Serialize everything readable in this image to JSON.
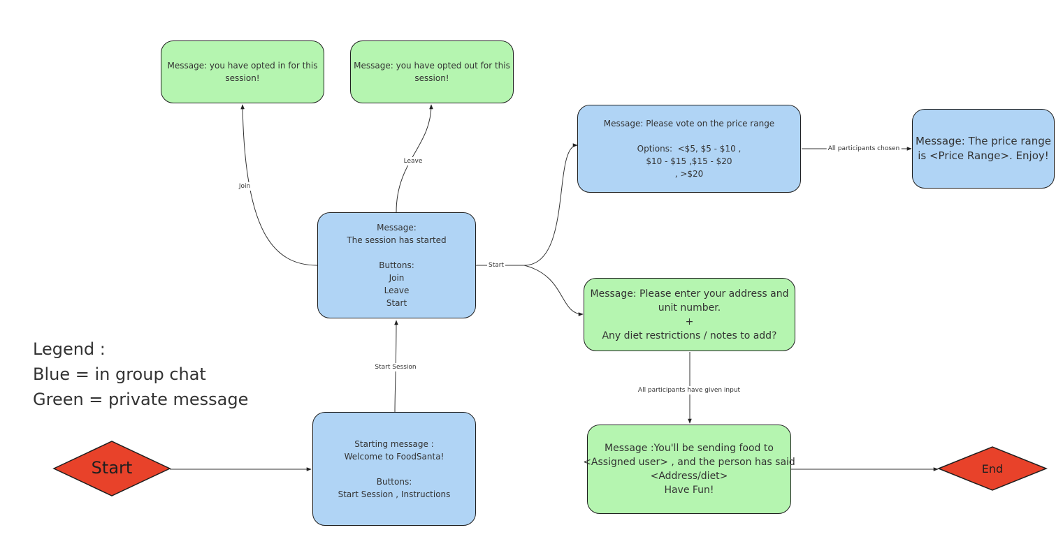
{
  "colors": {
    "green": "#b5f5b0",
    "blue": "#b0d4f5",
    "terminal": "#e8422a",
    "border": "#1f1f1f",
    "edge": "#333333"
  },
  "nodes": {
    "opted_in": {
      "lines": [
        "Message: you have opted in for this",
        "session!"
      ]
    },
    "opted_out": {
      "lines": [
        "Message: you have opted out for this",
        "session!"
      ]
    },
    "session_started": {
      "lines": [
        "Message:",
        "The session has started",
        "",
        "Buttons:",
        "Join",
        "Leave",
        "Start"
      ]
    },
    "starting_message": {
      "lines": [
        "Starting message :",
        "Welcome to FoodSanta!",
        "",
        "Buttons:",
        "Start Session , Instructions"
      ]
    },
    "price_vote": {
      "lines": [
        "Message: Please vote on the price range",
        "",
        "Options:  <$5, $5 - $10 ,",
        "$10 - $15 ,$15 - $20",
        ", >$20"
      ]
    },
    "price_result": {
      "lines": [
        "Message: The price range",
        "is <Price Range>. Enjoy!"
      ]
    },
    "address_prompt": {
      "lines": [
        "Message: Please enter your address and",
        "unit number.",
        "+",
        "Any diet restrictions / notes to add?"
      ]
    },
    "assignment": {
      "lines": [
        "Message :You'll be sending food to",
        "<Assigned user> , and the person has said",
        "<Address/diet>",
        "Have Fun!"
      ]
    },
    "start": {
      "label": "Start"
    },
    "end": {
      "label": "End"
    }
  },
  "edges": {
    "join": "Join",
    "leave": "Leave",
    "start": "Start",
    "start_session": "Start Session",
    "all_chosen": "All participants chosen",
    "all_input": "All participants have given input"
  },
  "legend": {
    "title": "Legend :",
    "blue": "Blue = in group chat",
    "green": "Green = private message"
  }
}
